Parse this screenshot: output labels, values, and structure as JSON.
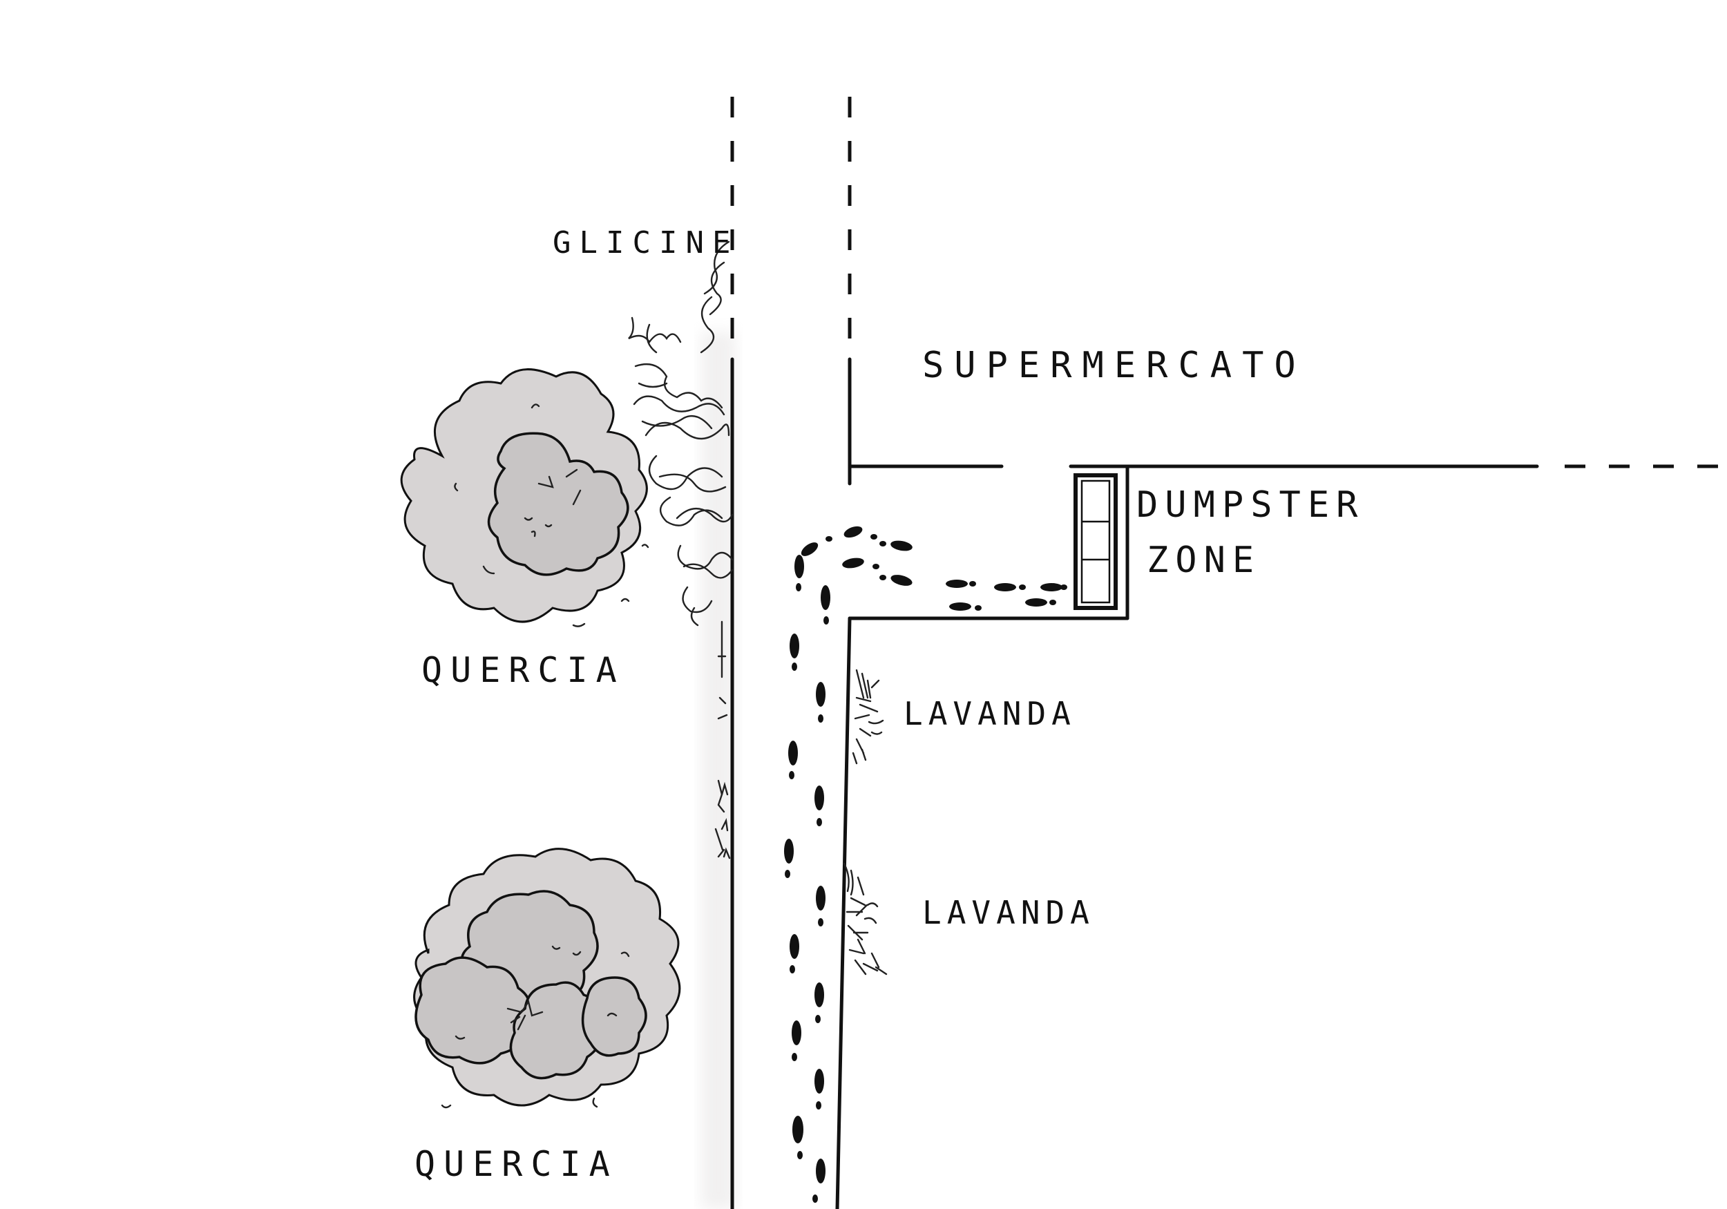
{
  "labels": {
    "glicine": "GLICINE",
    "supermercato": "SUPERMERCATO",
    "dumpster_line1": "DUMPSTER",
    "dumpster_line2": "ZONE",
    "quercia_top": "QUERCIA",
    "quercia_bottom": "QUERCIA",
    "lavanda_top": "LAVANDA",
    "lavanda_bottom": "LAVANDA"
  },
  "colors": {
    "ink": "#111111",
    "tree_fill": "#d7d4d4",
    "paper": "#ffffff"
  },
  "symbols": [
    "oak-tree",
    "oak-tree",
    "wisteria-shrub",
    "lavender-shrub",
    "lavender-shrub",
    "footprints-trail",
    "dumpster"
  ]
}
